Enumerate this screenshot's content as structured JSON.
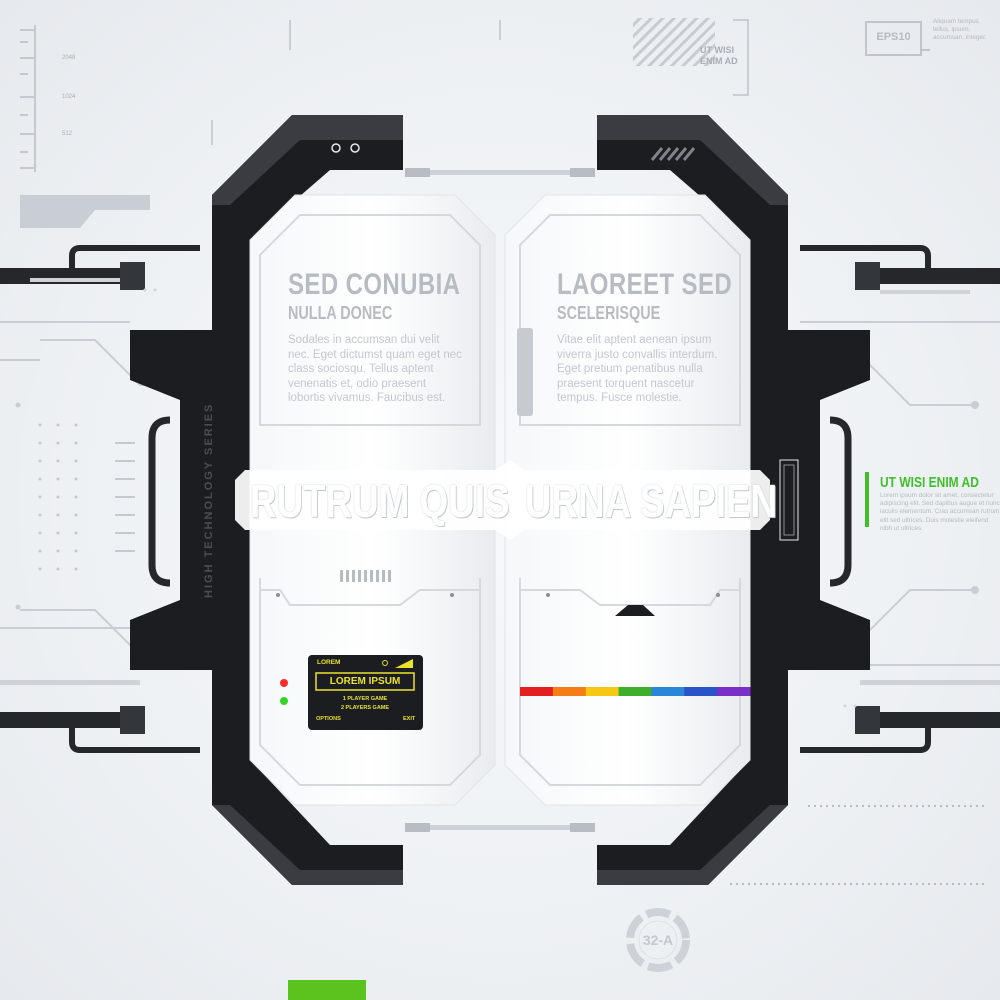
{
  "left_panel": {
    "title": "SED CONUBIA",
    "subtitle": "NULLA DONEC",
    "body": "Sodales in accumsan dui velit nec. Eget dictumst quam eget nec class sociosqu. Tellus aptent venenatis et, odio praesent lobortis vivamus. Faucibus est."
  },
  "right_panel": {
    "title": "LAOREET SED",
    "subtitle": "SCELERISQUE",
    "body": "Vitae elit aptent aenean ipsum viverra justo convallis interdum. Eget pretium penatibus nulla praesent torquent nascetur tempus. Fusce molestie."
  },
  "banner": {
    "left": "RUTRUM QUIS",
    "right": "URNA SAPIEN"
  },
  "device": {
    "leds": [
      "red",
      "green"
    ],
    "screen": {
      "header_label": "LOREM",
      "selected_item": "LOREM IPSUM",
      "menu_items": [
        "1 PLAYER GAME",
        "2 PLAYERS GAME"
      ],
      "options_label": "OPTIONS",
      "exit_label": "EXIT"
    }
  },
  "vertical_label": "HIGH TECHNOLOGY SERIES",
  "top_right": {
    "label_line1": "UT WISI",
    "label_line2": "ENIM AD",
    "badge": "EPS10",
    "corner_text": "Aliquam tempus tellus, ipsum, accumsan, integer."
  },
  "side_note": {
    "title": "UT WISI ENIM AD",
    "body": "Lorem ipsum dolor sit amet, consectetur adipiscing elit. Sed dapibus augue et nunc iaculis elementum. Cras accumsan rutrum elit sed ultrices. Duis molestie eleifend nibh ut ultrices."
  },
  "ruler": {
    "labels": [
      "2048",
      "1024",
      "512"
    ]
  },
  "dial_label": "32-A",
  "spectrum_colors": [
    "#e41f1f",
    "#f47d16",
    "#f6c713",
    "#3fae2a",
    "#2a86d8",
    "#2a55c8",
    "#7a2fc9"
  ],
  "accent_green": "#5cc21e"
}
